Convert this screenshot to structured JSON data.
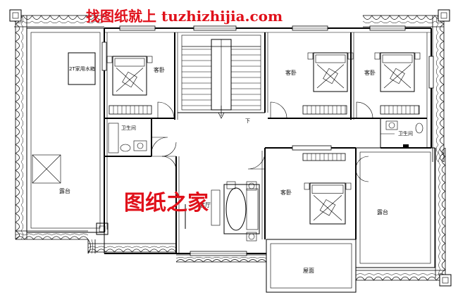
{
  "watermark": {
    "top_text": "找图纸就上 tuzhizhijia.com",
    "center_text": "图纸之家",
    "color": "#e0101a"
  },
  "rooms": {
    "tank_label": "2T家用水箱",
    "bedroom_1": "客卧",
    "bedroom_2": "客卧",
    "bedroom_3": "客卧",
    "bedroom_4": "客卧",
    "bath_1": "卫生间",
    "bath_2": "卫生间",
    "terrace_left": "露台",
    "terrace_right": "露台",
    "living": "客厅",
    "roof": "屋面",
    "stair_down": "下"
  },
  "colors": {
    "line": "#000000",
    "grid_fill": "#dcdcdc",
    "background": "#ffffff"
  }
}
